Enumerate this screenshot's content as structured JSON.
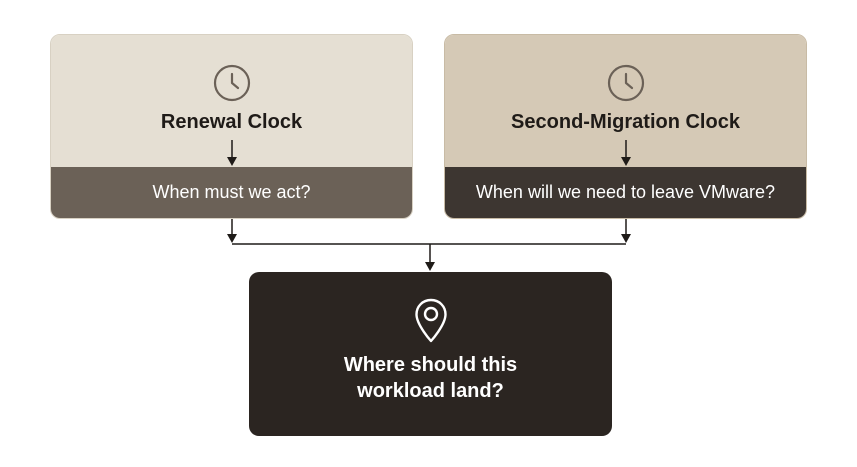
{
  "cards": {
    "renewal": {
      "title": "Renewal Clock",
      "question": "When must we act?",
      "icon": "clock-icon"
    },
    "migration": {
      "title": "Second-Migration Clock",
      "question": "When will we need to leave VMware?",
      "icon": "clock-icon"
    }
  },
  "destination": {
    "title_line1": "Where should this",
    "title_line2": "workload land?",
    "icon": "map-pin-icon"
  },
  "colors": {
    "renewal_top": "#e5dfd3",
    "renewal_bottom": "#6b6157",
    "migration_top": "#d5c9b6",
    "migration_bottom": "#3d3631",
    "destination_bg": "#2b2521",
    "connector": "#1f1b18"
  }
}
